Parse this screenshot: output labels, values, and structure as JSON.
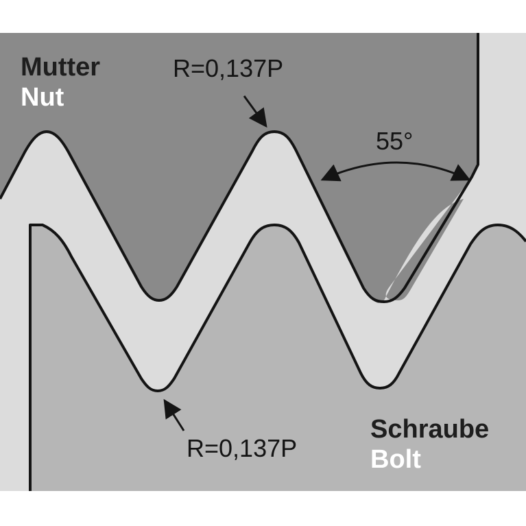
{
  "nut": {
    "label_de": "Mutter",
    "label_en": "Nut",
    "radius_label": "R=0,137P"
  },
  "bolt": {
    "label_de": "Schraube",
    "label_en": "Bolt",
    "radius_label": "R=0,137P"
  },
  "angle": {
    "label": "55°"
  },
  "colors": {
    "nut_fill": "#8a8a8a",
    "bolt_fill": "#b6b6b6",
    "gap_fill": "#dcdcdc",
    "outline": "#141414",
    "label_dark": "#1e1e1e",
    "label_light": "#ffffff"
  }
}
